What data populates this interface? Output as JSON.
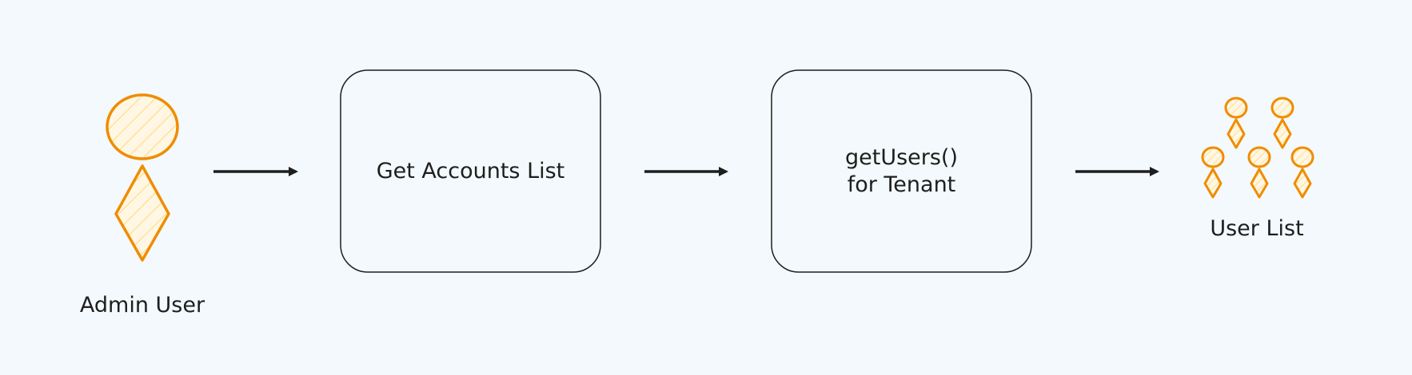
{
  "colors": {
    "background": "#f3f9fc",
    "actor_stroke": "#f08c00",
    "actor_fill": "#fff7e3",
    "hatch": "#ffd97a",
    "box_stroke": "#1e1e1e",
    "box_fill": "#f3f9fc",
    "arrow": "#1e1e1e",
    "text": "#1e1e1e"
  },
  "nodes": {
    "admin_user": {
      "label": "Admin User",
      "icon": "person-icon"
    },
    "get_accounts": {
      "label": "Get Accounts List"
    },
    "get_users": {
      "label_line1": "getUsers()",
      "label_line2": "for Tenant"
    },
    "user_list": {
      "label": "User List",
      "icon": "people-group-icon"
    }
  }
}
